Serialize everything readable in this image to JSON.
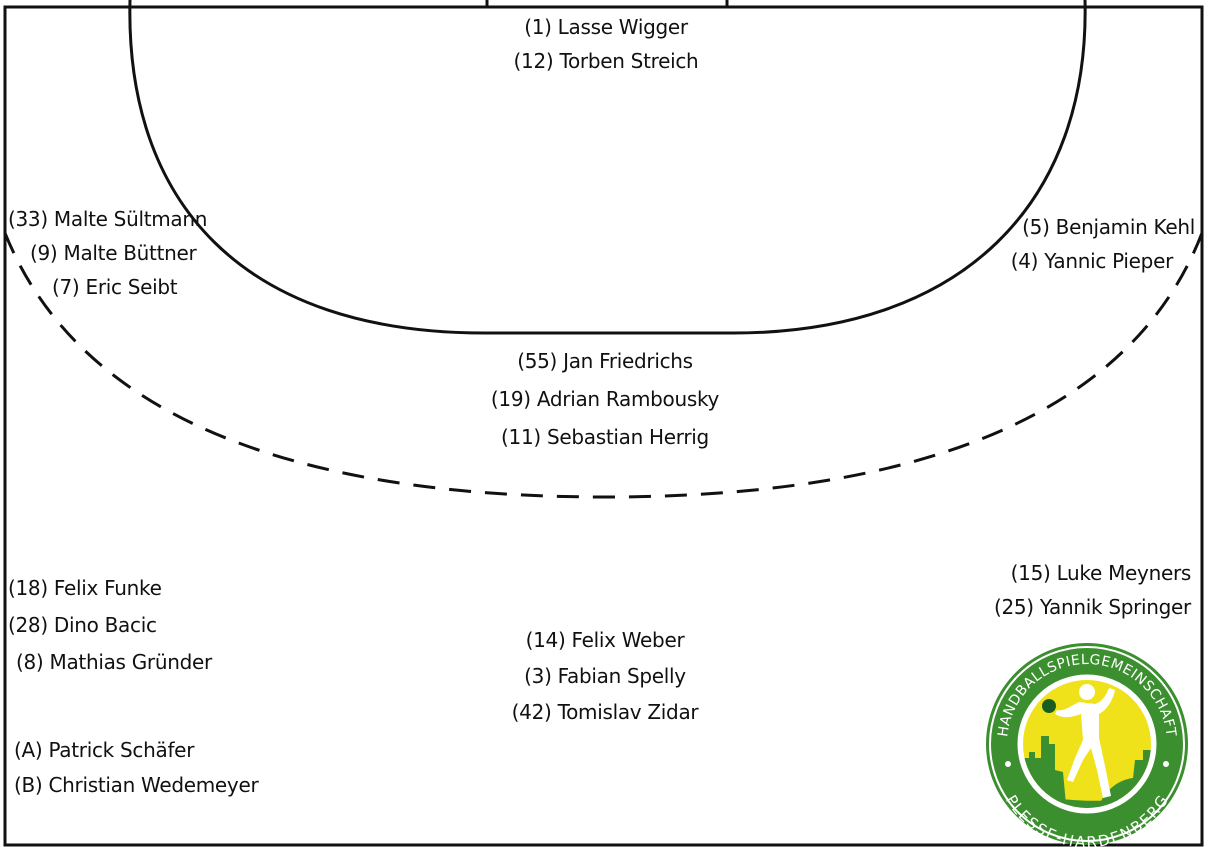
{
  "players": {
    "goalkeepers": [
      "(1) Lasse Wigger",
      "(12) Torben Streich"
    ],
    "left_wing": [
      "(33) Malte Sültmann",
      "(9) Malte Büttner",
      "(7) Eric Seibt"
    ],
    "right_wing": [
      "(5) Benjamin Kehl",
      "(4) Yannic Pieper"
    ],
    "pivot": [
      "(55) Jan Friedrichs",
      "(19) Adrian Rambousky",
      "(11) Sebastian Herrig"
    ],
    "left_back": [
      "(18) Felix Funke",
      "(28) Dino Bacic",
      "(8) Mathias Gründer"
    ],
    "center_back": [
      "(14) Felix Weber",
      "(3) Fabian Spelly",
      "(42) Tomislav Zidar"
    ],
    "right_back": [
      "(15) Luke Meyners",
      "(25) Yannik Springer"
    ],
    "officials": [
      "(A) Patrick Schäfer",
      "(B) Christian Wedemeyer"
    ]
  },
  "logo": {
    "top_text": "HANDBALLSPIELGEMEINSCHAFT",
    "bottom_text": "PLESSE-HARDENBERG",
    "colors": {
      "ring": "#3b8f2f",
      "inner": "#f0e21a",
      "silhouette": "#ffffff"
    }
  },
  "colors": {
    "lines": "#111111",
    "background": "#ffffff"
  }
}
